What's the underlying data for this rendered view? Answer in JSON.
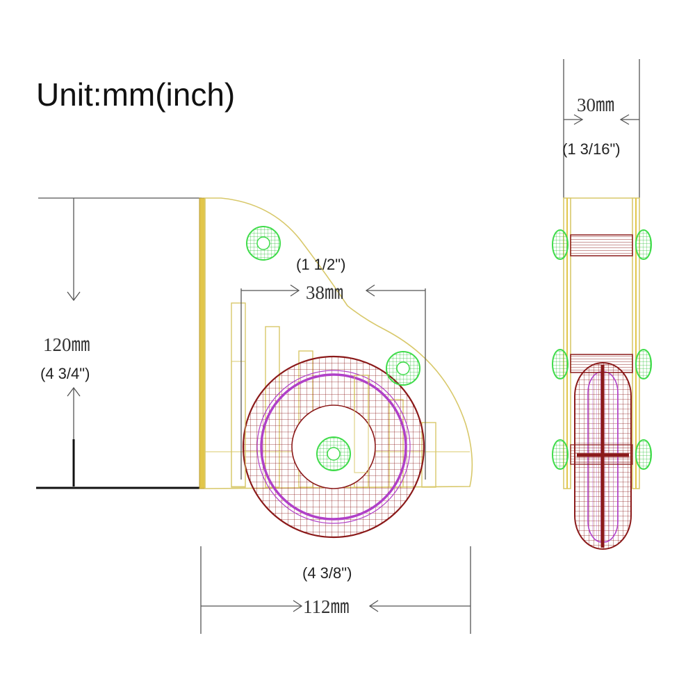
{
  "title": "Unit:mm(inch)",
  "dimensions": {
    "height": {
      "mm": "120㎜",
      "inch": "(4 3/4\")"
    },
    "length": {
      "mm": "112㎜",
      "inch": "(4 3/8\")"
    },
    "wheel_offset": {
      "mm": "38㎜",
      "inch": "(1 1/2\")"
    },
    "width": {
      "mm": "30㎜",
      "inch": "(1 3/16\")"
    }
  },
  "colors": {
    "plate": "#d8c86a",
    "plate_edge": "#e2c64a",
    "wheel": "#8b1a1a",
    "hub": "#b040c8",
    "bolt": "#3fdc4a",
    "dimension": "#555555",
    "floor": "#111111"
  }
}
